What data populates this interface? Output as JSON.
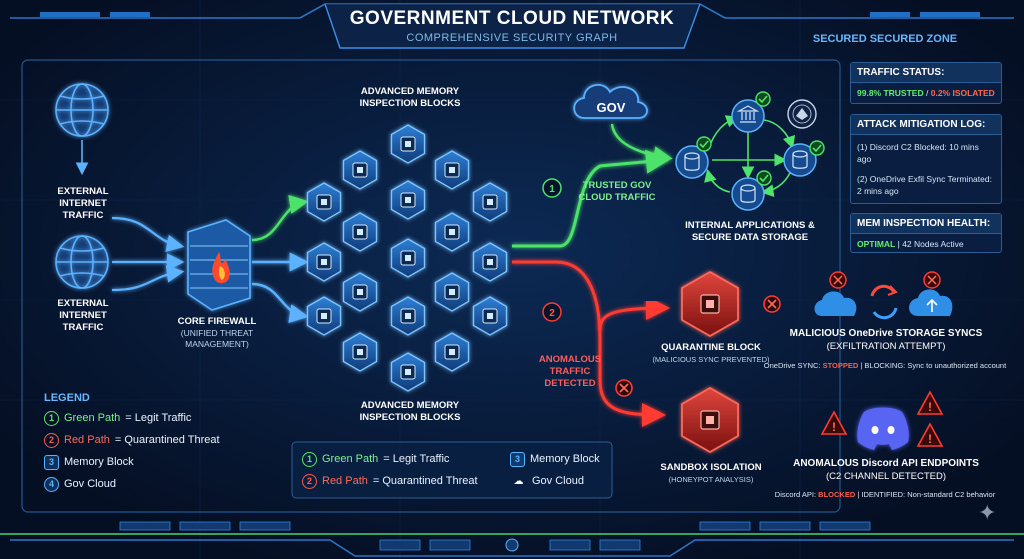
{
  "header": {
    "title": "GOVERNMENT CLOUD NETWORK",
    "subtitle": "COMPREHENSIVE SECURITY GRAPH",
    "zone": "SECURED SECURED ZONE"
  },
  "nodes": {
    "internet_1": "EXTERNAL INTERNET TRAFFIC",
    "internet_2": "EXTERNAL INTERNET TRAFFIC",
    "firewall": "CORE FIREWALL",
    "firewall_sub": "(UNIFIED THREAT MANAGEMENT)",
    "memory_top": "ADVANCED MEMORY INSPECTION BLOCKS",
    "memory_bottom": "ADVANCED MEMORY INSPECTION BLOCKS",
    "gov_cloud": "GOV",
    "trusted_num": "1",
    "trusted": "TRUSTED GOV CLOUD TRAFFIC",
    "internal_apps": "INTERNAL APPLICATIONS & SECURE DATA STORAGE",
    "anomalous_num": "2",
    "anomalous": "ANOMALOUS TRAFFIC DETECTED",
    "quarantine": "QUARANTINE BLOCK",
    "quarantine_sub": "(MALICIOUS SYNC PREVENTED)",
    "sandbox": "SANDBOX ISOLATION",
    "sandbox_sub": "(HONEYPOT ANALYSIS)",
    "onedrive_title": "MALICIOUS OneDrive STORAGE SYNCS",
    "onedrive_sub": "(EXFILTRATION ATTEMPT)",
    "onedrive_note": {
      "prefix": "OneDrive SYNC:",
      "status": "STOPPED",
      "sep": "| BLOCKING:",
      "rest": "Sync to unauthorized account"
    },
    "discord_title": "ANOMALOUS Discord API ENDPOINTS",
    "discord_sub": "(C2 CHANNEL DETECTED)",
    "discord_note": {
      "prefix": "Discord API:",
      "status": "BLOCKED",
      "sep": "| IDENTIFIED:",
      "rest": "Non-standard C2 behavior"
    }
  },
  "panels": {
    "traffic_title": "TRAFFIC STATUS:",
    "traffic_trusted": "99.8% TRUSTED",
    "traffic_sep": "/",
    "traffic_isolated": "0.2% ISOLATED",
    "attack_title": "ATTACK MITIGATION LOG:",
    "attack_1": "(1) Discord C2 Blocked: 10 mins ago",
    "attack_2": "(2) OneDrive Exfil Sync Terminated: 2 mins ago",
    "mem_title": "MEM INSPECTION HEALTH:",
    "mem_status": "OPTIMAL",
    "mem_rest": "| 42 Nodes Active"
  },
  "legend": {
    "title": "LEGEND",
    "items": [
      {
        "num": "1",
        "color_label": "Green Path",
        "rest": "= Legit Traffic"
      },
      {
        "num": "2",
        "color_label": "Red Path",
        "rest": "= Quarantined Threat"
      },
      {
        "num": "3",
        "label": "Memory Block"
      },
      {
        "num": "4",
        "label": "Gov Cloud"
      }
    ]
  },
  "legend2": {
    "green_num": "1",
    "green": "Green Path",
    "green_rest": "= Legit Traffic",
    "red_num": "2",
    "red": "Red Path",
    "red_rest": "= Quarantined Threat",
    "mem_num": "3",
    "mem": "Memory Block",
    "cloud": "Gov Cloud"
  },
  "colors": {
    "green_path": "#4ee36a",
    "red_path": "#ff3b33",
    "blue_accent": "#3ea3ff",
    "background": "#06132b"
  }
}
